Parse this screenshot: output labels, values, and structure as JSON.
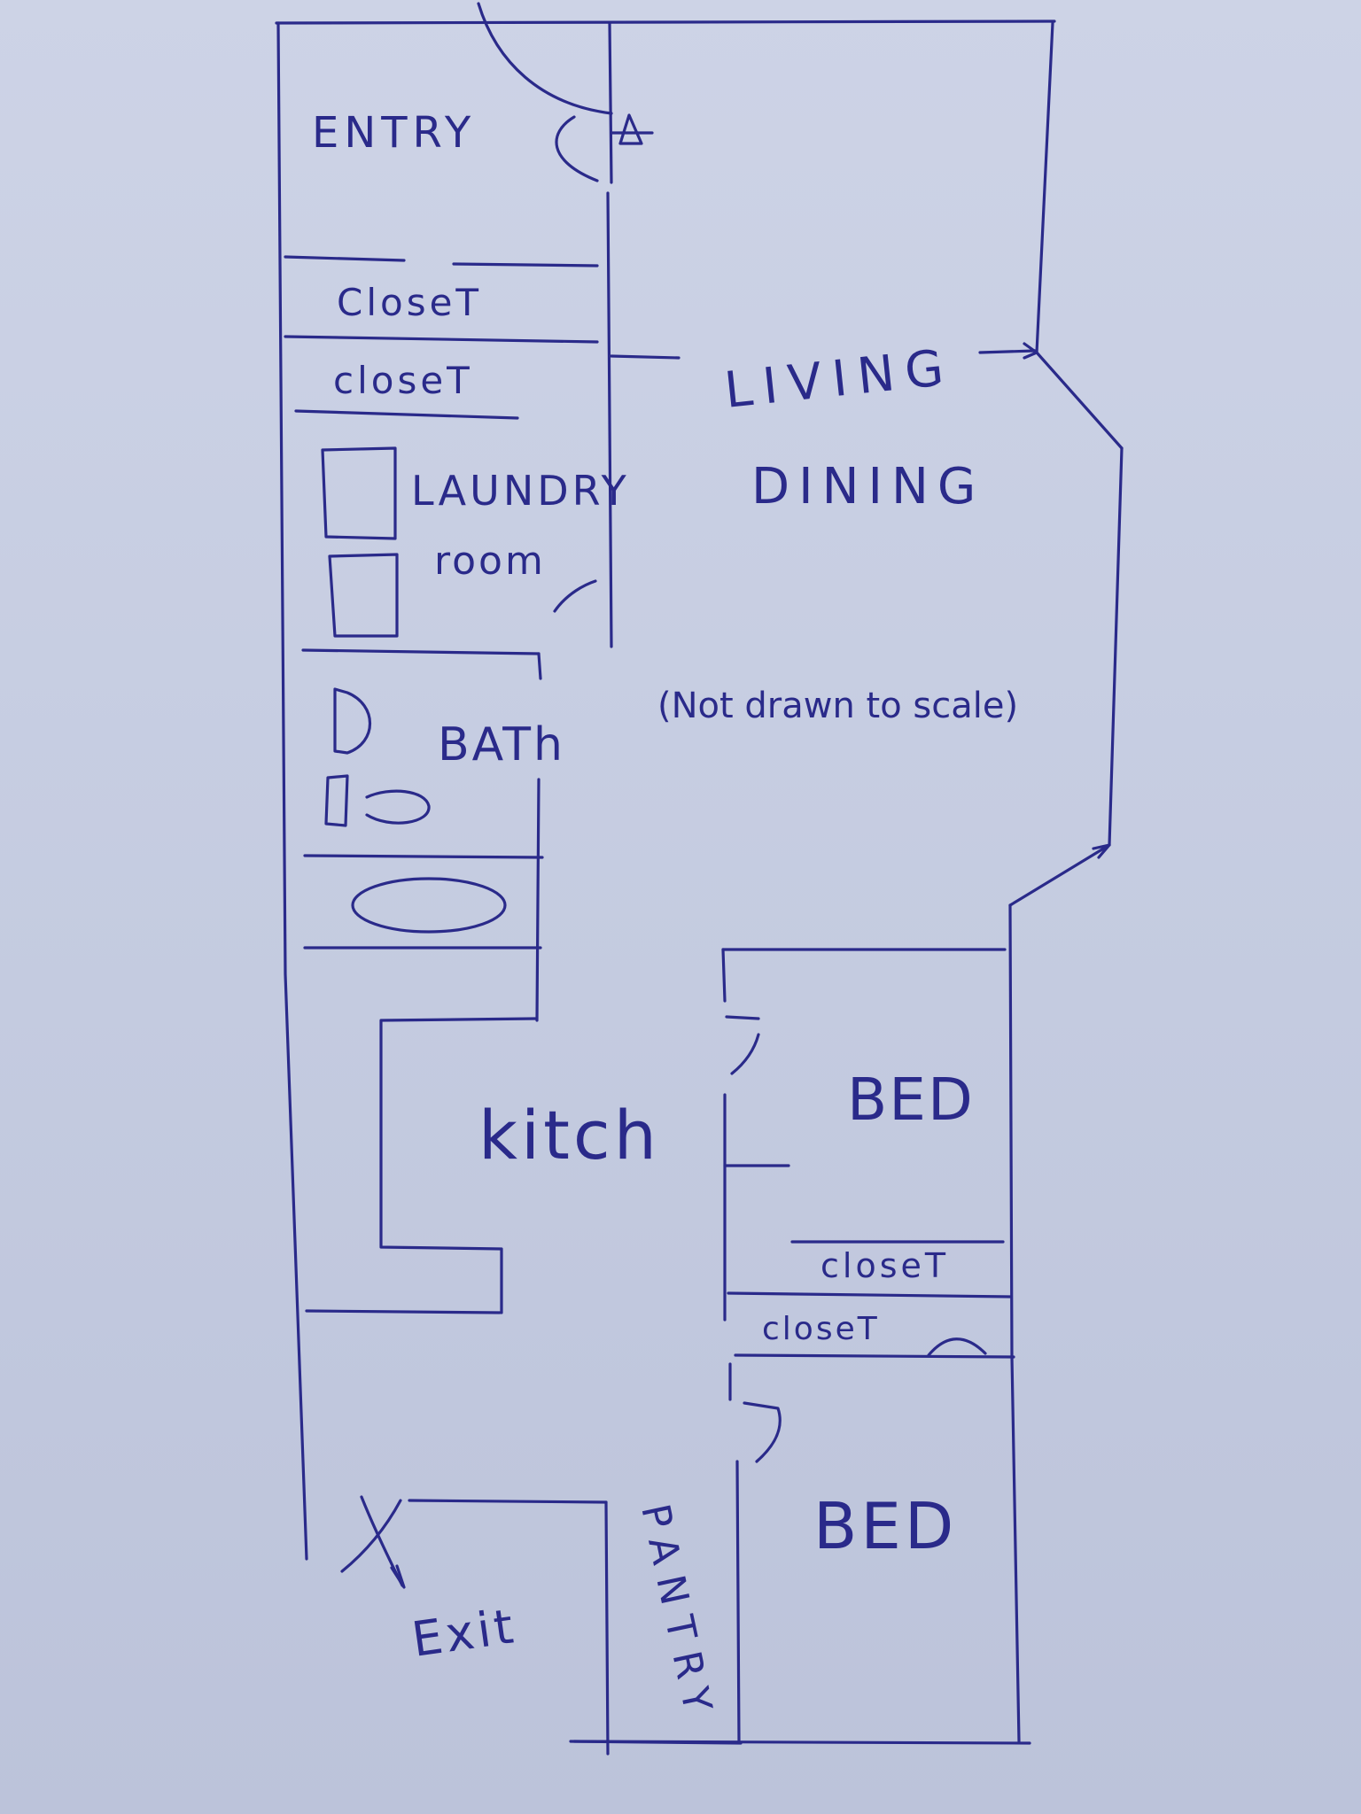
{
  "rooms": {
    "entry": "ENTRY",
    "closet_1": "CloseT",
    "closet_2": "closeT",
    "laundry": "LAUNDRY",
    "laundry_room": "room",
    "bath": "BATh",
    "living": "LIVING",
    "dining": "DINING",
    "kitchen": "kitch",
    "bed_1": "BED",
    "closet_3": "closeT",
    "closet_4": "closeT",
    "bed_2": "BED",
    "exit": "Exit",
    "pantry": "PANTRY"
  },
  "note": "(Not drawn to scale)",
  "colors": {
    "ink": "#2a2a8a",
    "paper": "#c9d0e4"
  }
}
